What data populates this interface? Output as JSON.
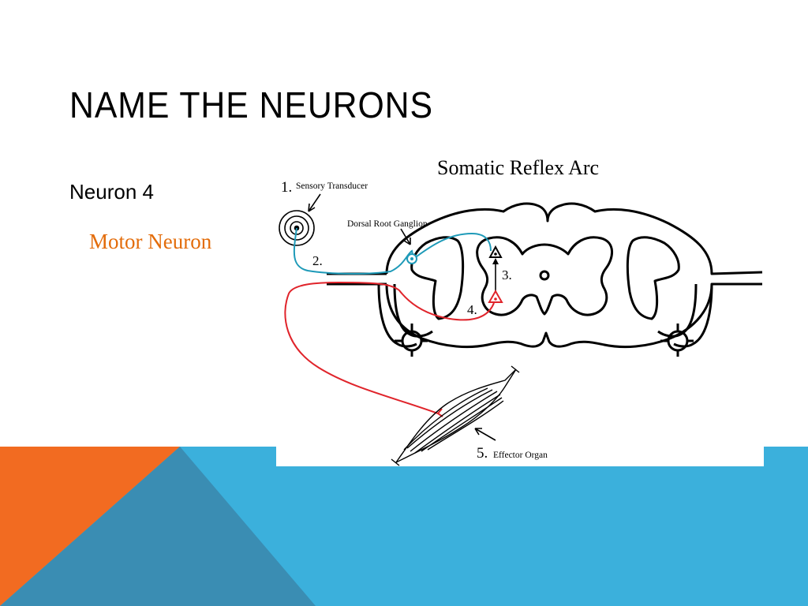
{
  "slide": {
    "title": "NAME THE NEURONS",
    "subtitle": "Neuron 4",
    "answer": "Motor Neuron"
  },
  "colors": {
    "accent_orange": "#F26B21",
    "accent_blue": "#3BB0DC",
    "accent_dark_blue": "#3A8DB3",
    "answer_text": "#E36C0A",
    "sensory_neuron": "#1E9AB8",
    "motor_neuron": "#E0242B"
  },
  "figure": {
    "title": "Somatic Reflex Arc",
    "labels": {
      "sensory_number": "1.",
      "sensory_text": "Sensory Transducer",
      "dorsal_root": "Dorsal Root Ganglion",
      "number_2": "2.",
      "number_3": "3.",
      "number_4": "4.",
      "effector_number": "5.",
      "effector_text": "Effector Organ"
    }
  }
}
